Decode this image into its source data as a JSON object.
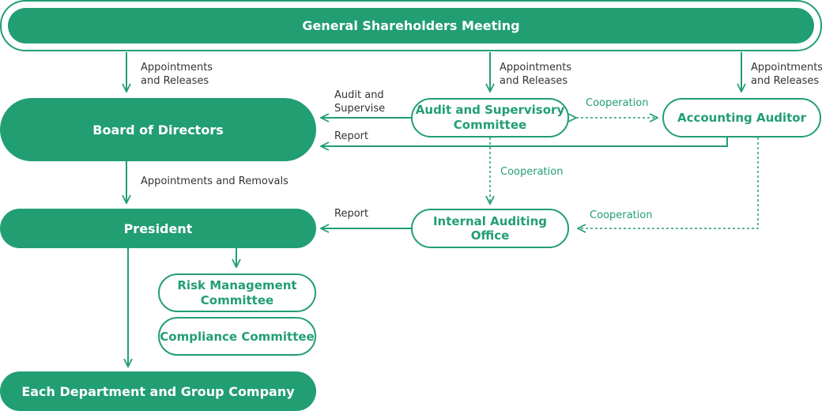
{
  "nodes": {
    "shareholders": "General Shareholders Meeting",
    "board": "Board of Directors",
    "audit_committee": "Audit and Supervisory Committee",
    "accounting_auditor": "Accounting Auditor",
    "president": "President",
    "internal_audit": "Internal Auditing Office",
    "risk_committee": "Risk Management Committee",
    "compliance_committee": "Compliance Committee",
    "departments": "Each Department and Group Company"
  },
  "edges": {
    "appointments_releases_1": "Appointments\nand Releases",
    "appointments_releases_2": "Appointments\nand Releases",
    "appointments_releases_3": "Appointments\nand Releases",
    "audit_supervise": "Audit and\nSupervise",
    "report_board": "Report",
    "cooperation_committee_auditor": "Cooperation",
    "cooperation_committee_internal": "Cooperation",
    "appointments_removals": "Appointments and Removals",
    "report_president": "Report",
    "cooperation_auditor_internal": "Cooperation"
  },
  "colors": {
    "accent": "#229e73",
    "text": "#333333"
  }
}
